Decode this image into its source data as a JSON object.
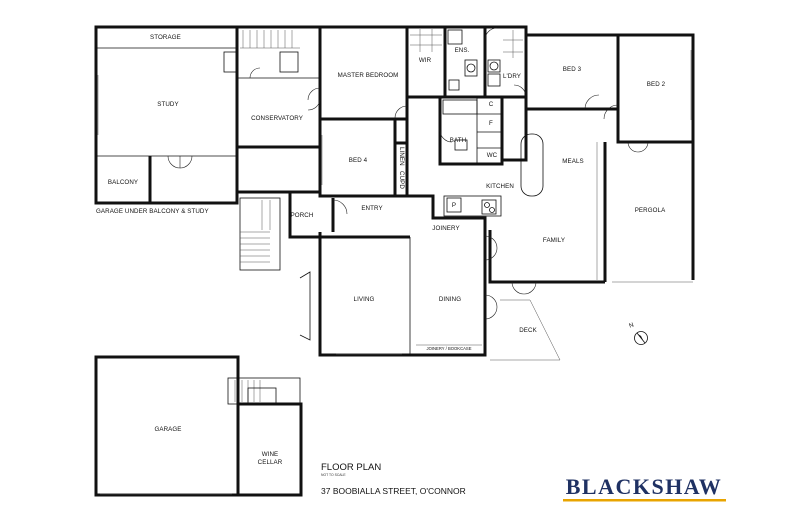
{
  "rooms": {
    "storage": "STORAGE",
    "study": "STUDY",
    "balcony": "BALCONY",
    "garage_note": "GARAGE UNDER BALCONY & STUDY",
    "conservatory": "CONSERVATORY",
    "master_bedroom": "MASTER BEDROOM",
    "wir": "WIR",
    "ens": "ENS.",
    "ldry": "L'DRY",
    "bed3": "BED 3",
    "bed2": "BED 2",
    "c": "C",
    "f": "F",
    "bath": "BATH",
    "wc": "WC",
    "bed4": "BED 4",
    "linen": "LINEN",
    "cupd": "CUPD",
    "meals": "MEALS",
    "kitchen": "KITCHEN",
    "pergola": "PERGOLA",
    "porch": "PORCH",
    "entry": "ENTRY",
    "p": "P",
    "joinery": "JOINERY",
    "family": "FAMILY",
    "living": "LIVING",
    "dining": "DINING",
    "deck": "DECK",
    "joinery_bookcase": "JOINERY / BOOKCASE",
    "garage": "GARAGE",
    "wine": "WINE",
    "cellar": "CELLAR"
  },
  "compass": "N",
  "footer": {
    "title": "FLOOR PLAN",
    "scale_note": "NOT TO SCALE",
    "address": "37 BOOBIALLA STREET, O'CONNOR"
  },
  "brand": {
    "name": "BLACKSHAW",
    "color": "#1f3163",
    "accent": "#e8a400"
  }
}
